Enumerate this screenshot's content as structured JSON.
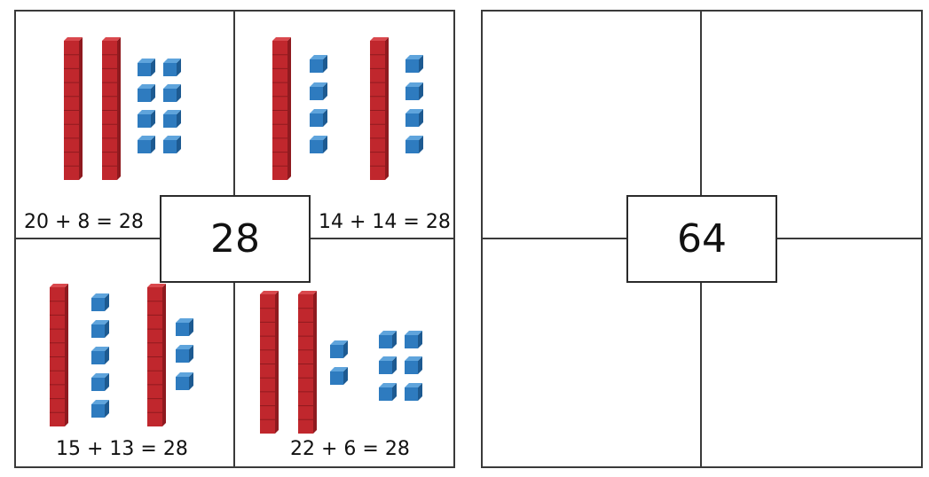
{
  "left_panel": {
    "center_number": "28",
    "quadrants": [
      {
        "equation": "20 + 8 = 28",
        "tens": 2,
        "ones": 8
      },
      {
        "equation": "14 + 14 = 28",
        "tens": 2,
        "ones": 8
      },
      {
        "equation": "15 + 13 = 28",
        "tens": 2,
        "ones": 8
      },
      {
        "equation": "22 + 6 = 28",
        "tens": 2,
        "ones": 8
      }
    ]
  },
  "right_panel": {
    "center_number": "64"
  },
  "colors": {
    "ten_rod": "#c0272d",
    "ten_rod_dark": "#8f1a1f",
    "unit_cube": "#2e7bbf",
    "unit_cube_dark": "#1d5a91",
    "border": "#3a3a3a"
  },
  "icons": [
    "ten-rod-icon",
    "unit-cube-icon"
  ]
}
